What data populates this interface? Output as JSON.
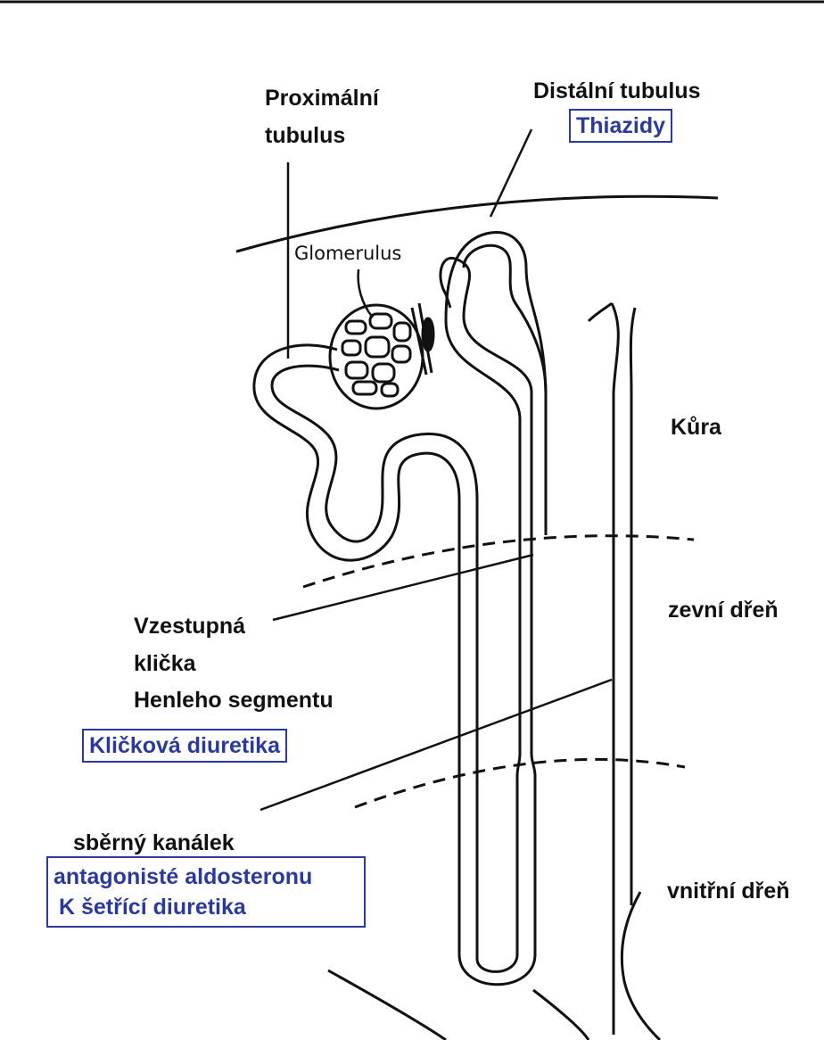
{
  "labels": {
    "proximal_line1": "Proximální",
    "proximal_line2": "tubulus",
    "distal": "Distální tubulus",
    "thiazides": "Thiazidy",
    "glomerulus": "Glomerulus",
    "cortex": "Kůra",
    "outer_medulla": "zevní dřeň",
    "inner_medulla": "vnitřní dřeň",
    "ascending_line1": "Vzestupná",
    "ascending_line2": "klička",
    "ascending_line3": "Henleho segmentu",
    "loop_diuretics": "Kličková diuretika",
    "collecting_duct": "sběrný kanálek",
    "aldosterone_antagonists": "antagonisté aldosteronu",
    "k_sparing": "K šetřící diuretika"
  },
  "colors": {
    "ink": "#111111",
    "drug_blue": "#2b3a9a"
  }
}
